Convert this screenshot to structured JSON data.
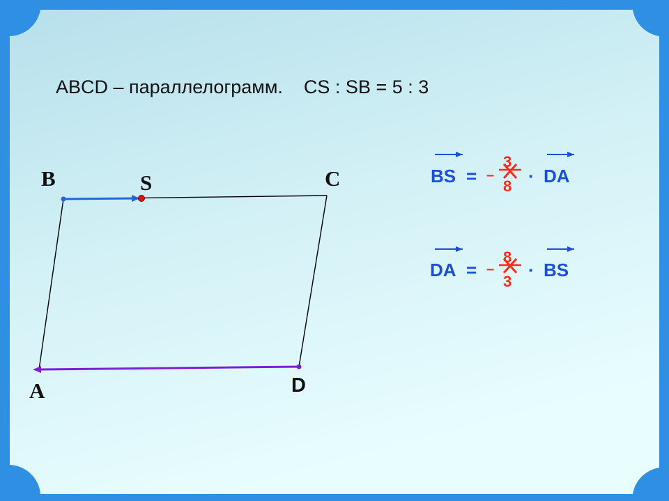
{
  "statement": "ABCD – параллелограмм.    CS : SB = 5 : 3",
  "points": {
    "A": "A",
    "B": "B",
    "C": "C",
    "D": "D",
    "S": "S"
  },
  "formula1": {
    "lhs": "BS",
    "equals": "=",
    "sign": "–",
    "frac_top": "3",
    "frac_bottom": "8",
    "mul": "·",
    "rhs": "DA",
    "color": "#1a4fd8",
    "fraction_color": "#ff2a1a"
  },
  "formula2": {
    "lhs": "DA",
    "equals": "=",
    "sign": "–",
    "frac_top": "8",
    "frac_bottom": "3",
    "mul": "·",
    "rhs": "BS",
    "color": "#1a4fd8",
    "fraction_color": "#ff2a1a"
  },
  "colors": {
    "frame": "#2f8fe3",
    "panel_top": "#bfe3ee",
    "panel_bottom": "#e3fbfd",
    "vector_bs": "#2563d9",
    "vector_da": "#7a1fd8",
    "point_s": "#d81818"
  }
}
